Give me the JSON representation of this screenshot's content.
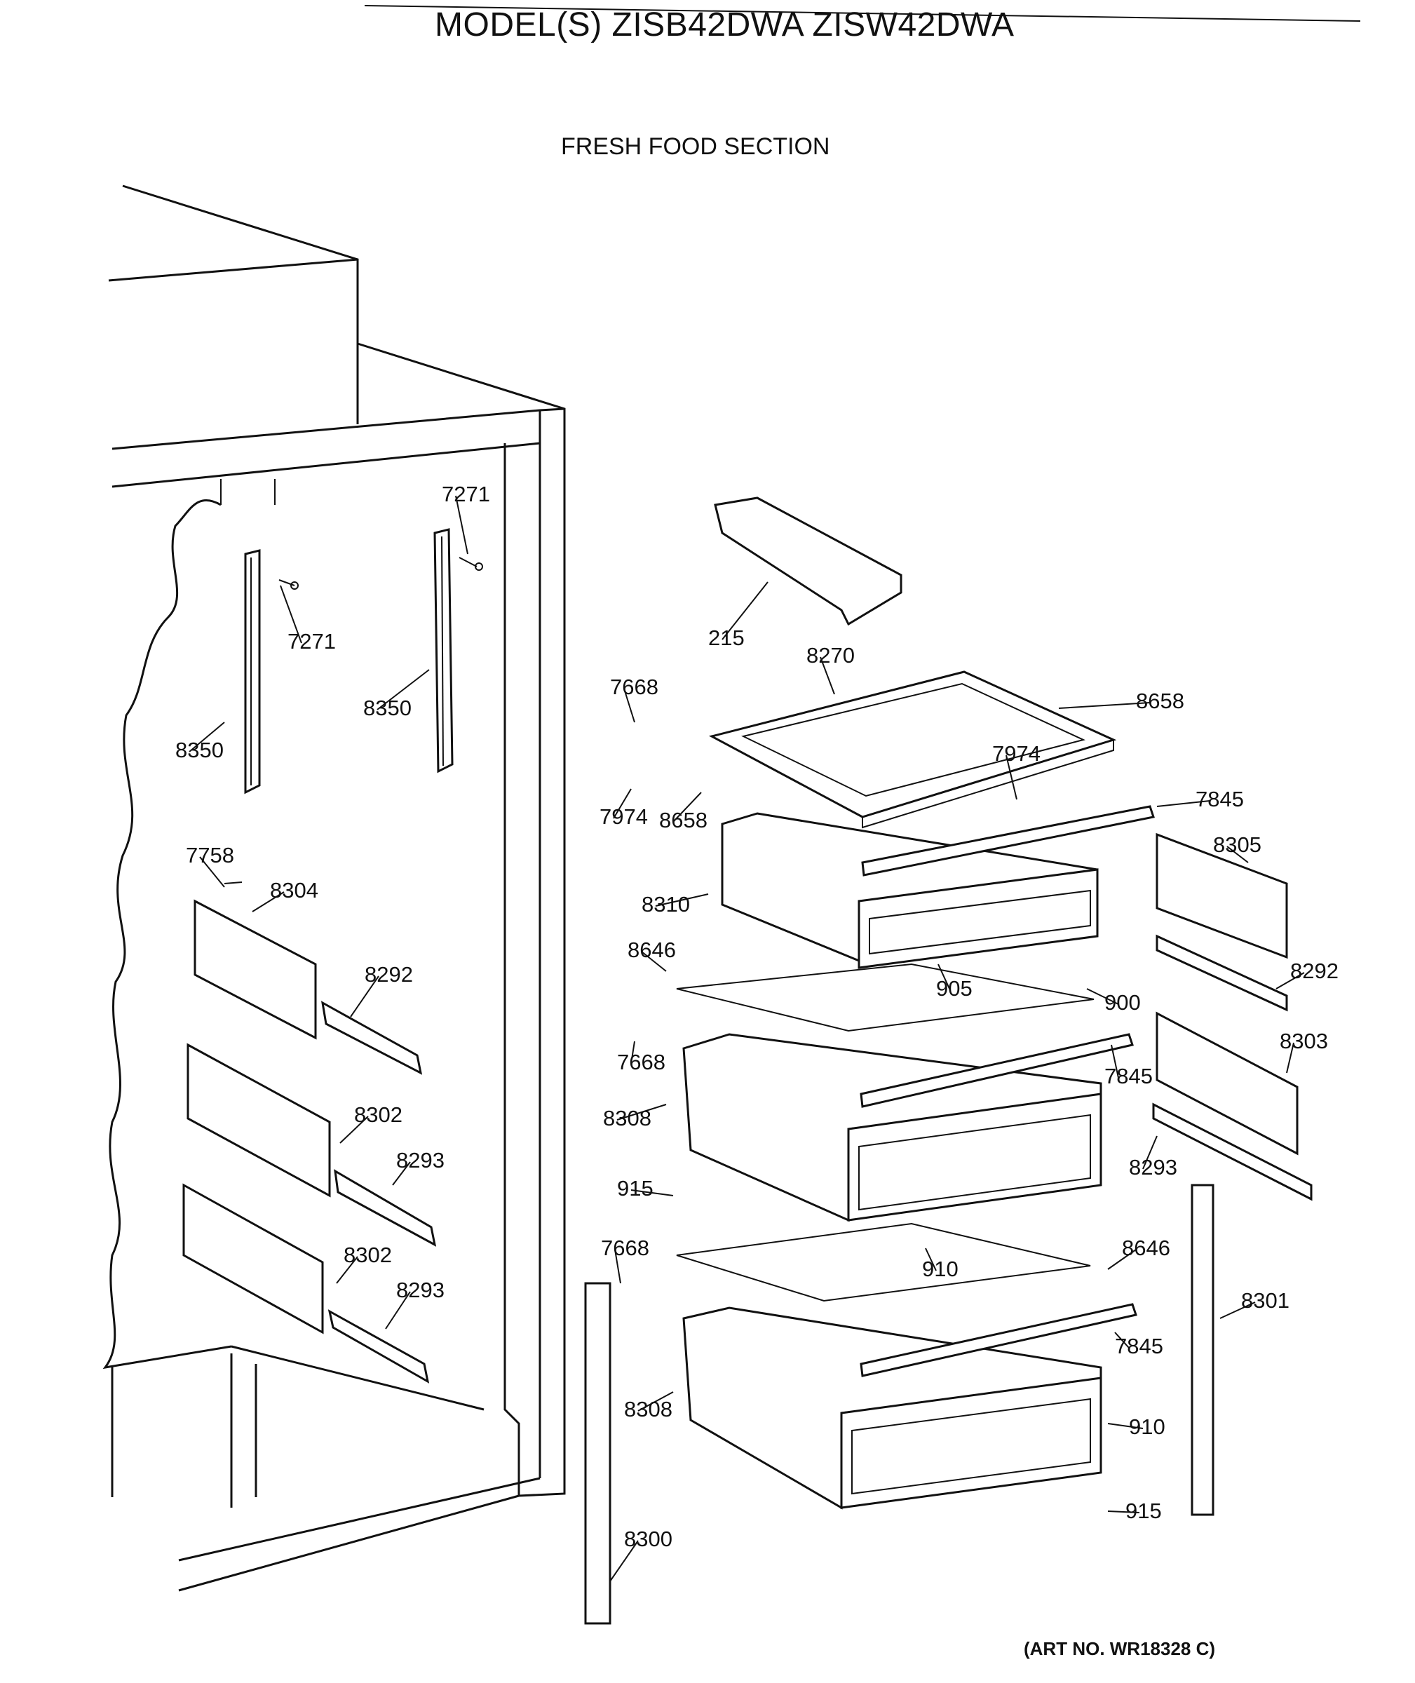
{
  "header": {
    "model_title": "MODEL(S) ZISB42DWA  ZISW42DWA",
    "section_title": "FRESH FOOD SECTION"
  },
  "footer": {
    "art_number": "(ART NO. WR18328 C)"
  },
  "part_labels": [
    "7271",
    "7271",
    "8350",
    "8350",
    "7758",
    "8304",
    "8292",
    "8302",
    "8293",
    "8302",
    "8293",
    "215",
    "8270",
    "7668",
    "8658",
    "7974",
    "7974",
    "8658",
    "7845",
    "8305",
    "8310",
    "905",
    "8646",
    "900",
    "8292",
    "7668",
    "7845",
    "8303",
    "8308",
    "8293",
    "915",
    "910",
    "7668",
    "8646",
    "8301",
    "7845",
    "8308",
    "910",
    "915",
    "8300"
  ]
}
